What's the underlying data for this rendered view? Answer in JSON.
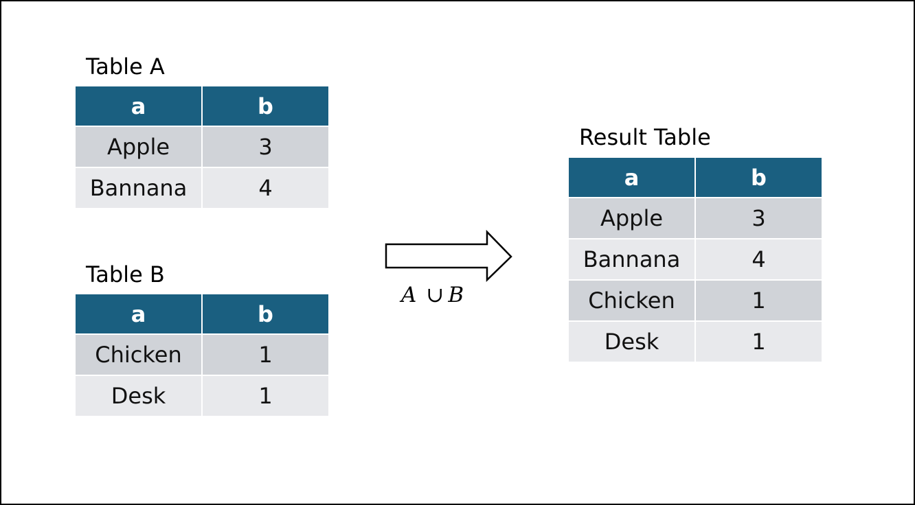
{
  "table_a": {
    "title": "Table A",
    "headers": [
      "a",
      "b"
    ],
    "rows": [
      [
        "Apple",
        "3"
      ],
      [
        "Bannana",
        "4"
      ]
    ]
  },
  "table_b": {
    "title": "Table B",
    "headers": [
      "a",
      "b"
    ],
    "rows": [
      [
        "Chicken",
        "1"
      ],
      [
        "Desk",
        "1"
      ]
    ]
  },
  "result_table": {
    "title": "Result Table",
    "headers": [
      "a",
      "b"
    ],
    "rows": [
      [
        "Apple",
        "3"
      ],
      [
        "Bannana",
        "4"
      ],
      [
        "Chicken",
        "1"
      ],
      [
        "Desk",
        "1"
      ]
    ]
  },
  "operation": {
    "left_operand": "A",
    "operator": "∪",
    "right_operand": "B",
    "arrow_icon": "right-arrow-icon"
  },
  "colors": {
    "header_bg": "#1a5f80",
    "row_dark": "#d0d3d8",
    "row_light": "#e8e9ec"
  }
}
